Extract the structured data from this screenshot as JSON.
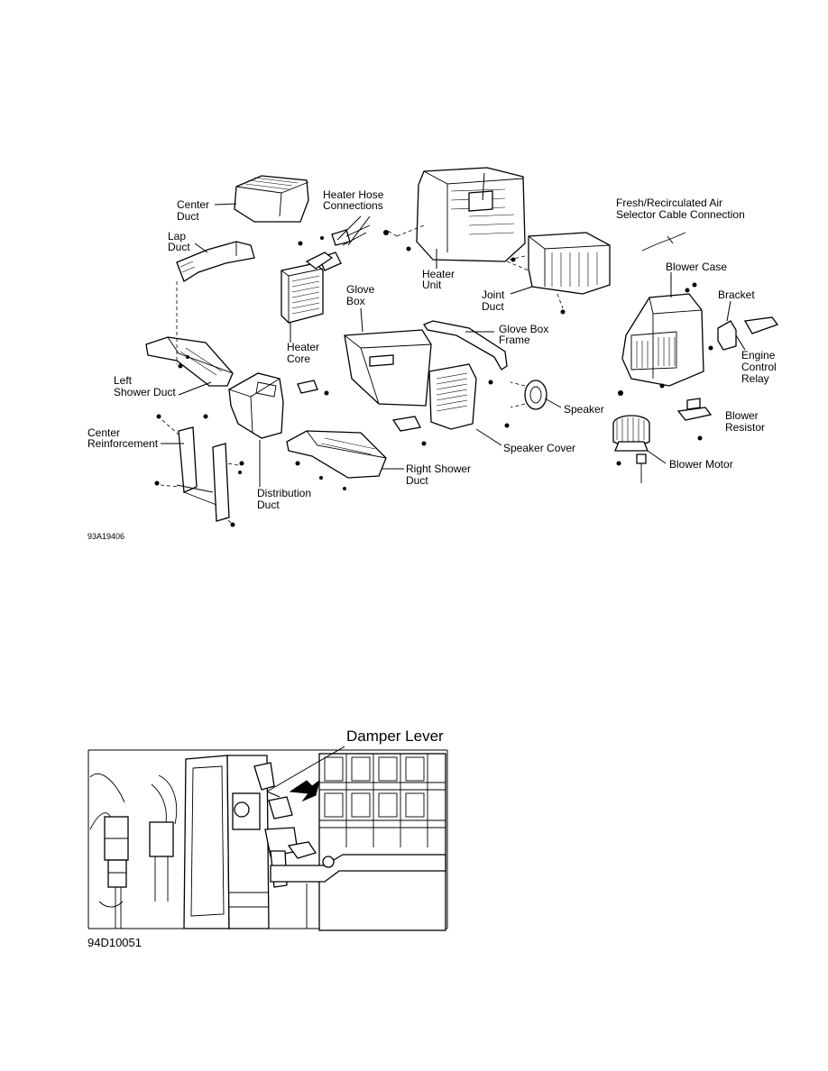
{
  "figure1": {
    "code": "93A19406",
    "labels": {
      "center_duct": [
        "Center",
        "Duct"
      ],
      "heater_hose": [
        "Heater Hose",
        "Connections"
      ],
      "fresh_recirc": [
        "Fresh/Recirculated Air",
        "Selector Cable Connection"
      ],
      "lap_duct": [
        "Lap",
        "Duct"
      ],
      "heater_unit": [
        "Heater",
        "Unit"
      ],
      "blower_case": [
        "Blower Case"
      ],
      "joint_duct": [
        "Joint",
        "Duct"
      ],
      "bracket": [
        "Bracket"
      ],
      "glove_box": [
        "Glove",
        "Box"
      ],
      "glove_box_frame": [
        "Glove Box",
        "Frame"
      ],
      "engine_control_relay": [
        "Engine",
        "Control",
        "Relay"
      ],
      "heater_core": [
        "Heater",
        "Core"
      ],
      "left_shower_duct": [
        "Left",
        "Shower Duct"
      ],
      "speaker": [
        "Speaker"
      ],
      "blower_resistor": [
        "Blower",
        "Resistor"
      ],
      "center_reinforcement": [
        "Center",
        "Reinforcement"
      ],
      "speaker_cover": [
        "Speaker Cover"
      ],
      "right_shower_duct": [
        "Right Shower",
        "Duct"
      ],
      "blower_motor": [
        "Blower Motor"
      ],
      "distribution_duct": [
        "Distribution",
        "Duct"
      ]
    }
  },
  "figure2": {
    "code": "94D10051",
    "labels": {
      "damper_lever": "Damper Lever"
    }
  }
}
